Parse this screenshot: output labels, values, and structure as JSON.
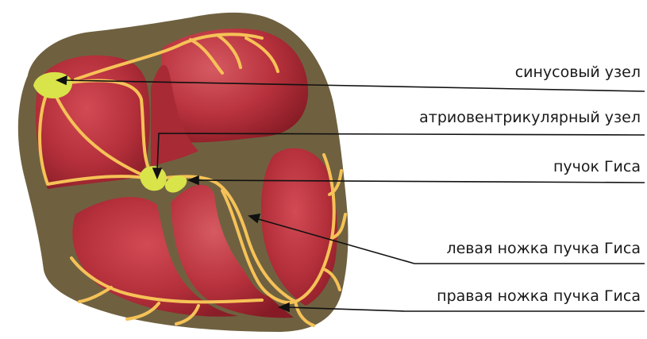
{
  "labels": {
    "sinus_node": "синусовый узел",
    "av_node": "атриовентрикулярный узел",
    "his_bundle": "пучок Гиса",
    "left_bundle_branch": "левая ножка пучка Гиса",
    "right_bundle_branch": "правая ножка пучка Гиса"
  },
  "colors": {
    "pericardium": "#6f6140",
    "myocardium": "#b32f3a",
    "myocardium_dark": "#8e1f2a",
    "conduction_path": "#f6c257",
    "node": "#d9e34a",
    "pointer": "#111111"
  }
}
